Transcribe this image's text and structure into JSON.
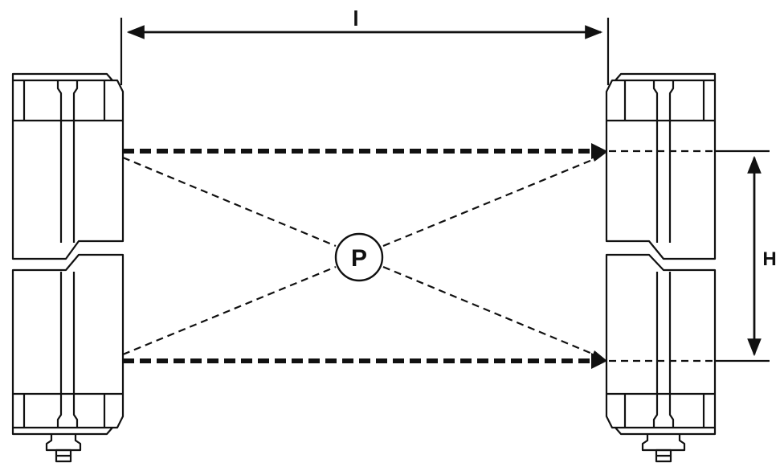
{
  "labels": {
    "length": "l",
    "height": "H",
    "center_point": "P"
  },
  "colors": {
    "line": "#111111",
    "background": "#ffffff"
  }
}
